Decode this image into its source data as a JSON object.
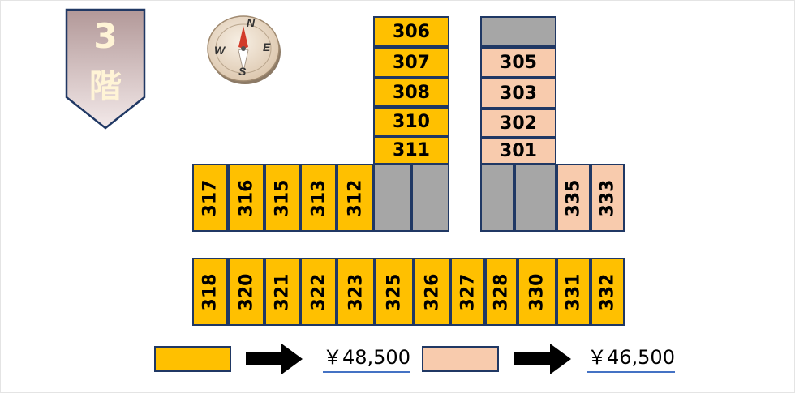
{
  "floor": {
    "number": "3",
    "unit": "階"
  },
  "compass": {
    "north": "N",
    "south": "S",
    "east": "E",
    "west": "W"
  },
  "colors": {
    "standard": "#ffc000",
    "discount": "#f8cbad",
    "unavailable": "#a6a6a6",
    "border": "#203864"
  },
  "rooms": {
    "tower_left": [
      "306",
      "307",
      "308",
      "310",
      "311"
    ],
    "tower_right": [
      "305",
      "303",
      "302",
      "301"
    ],
    "middle_left": [
      "317",
      "316",
      "315",
      "313",
      "312"
    ],
    "middle_right": [
      "335",
      "333"
    ],
    "bottom_row": [
      "318",
      "320",
      "321",
      "322",
      "323",
      "325",
      "326",
      "327",
      "328",
      "330",
      "331",
      "332"
    ]
  },
  "legend": [
    {
      "color": "standard",
      "price": "￥48,500"
    },
    {
      "color": "discount",
      "price": "￥46,500"
    }
  ]
}
